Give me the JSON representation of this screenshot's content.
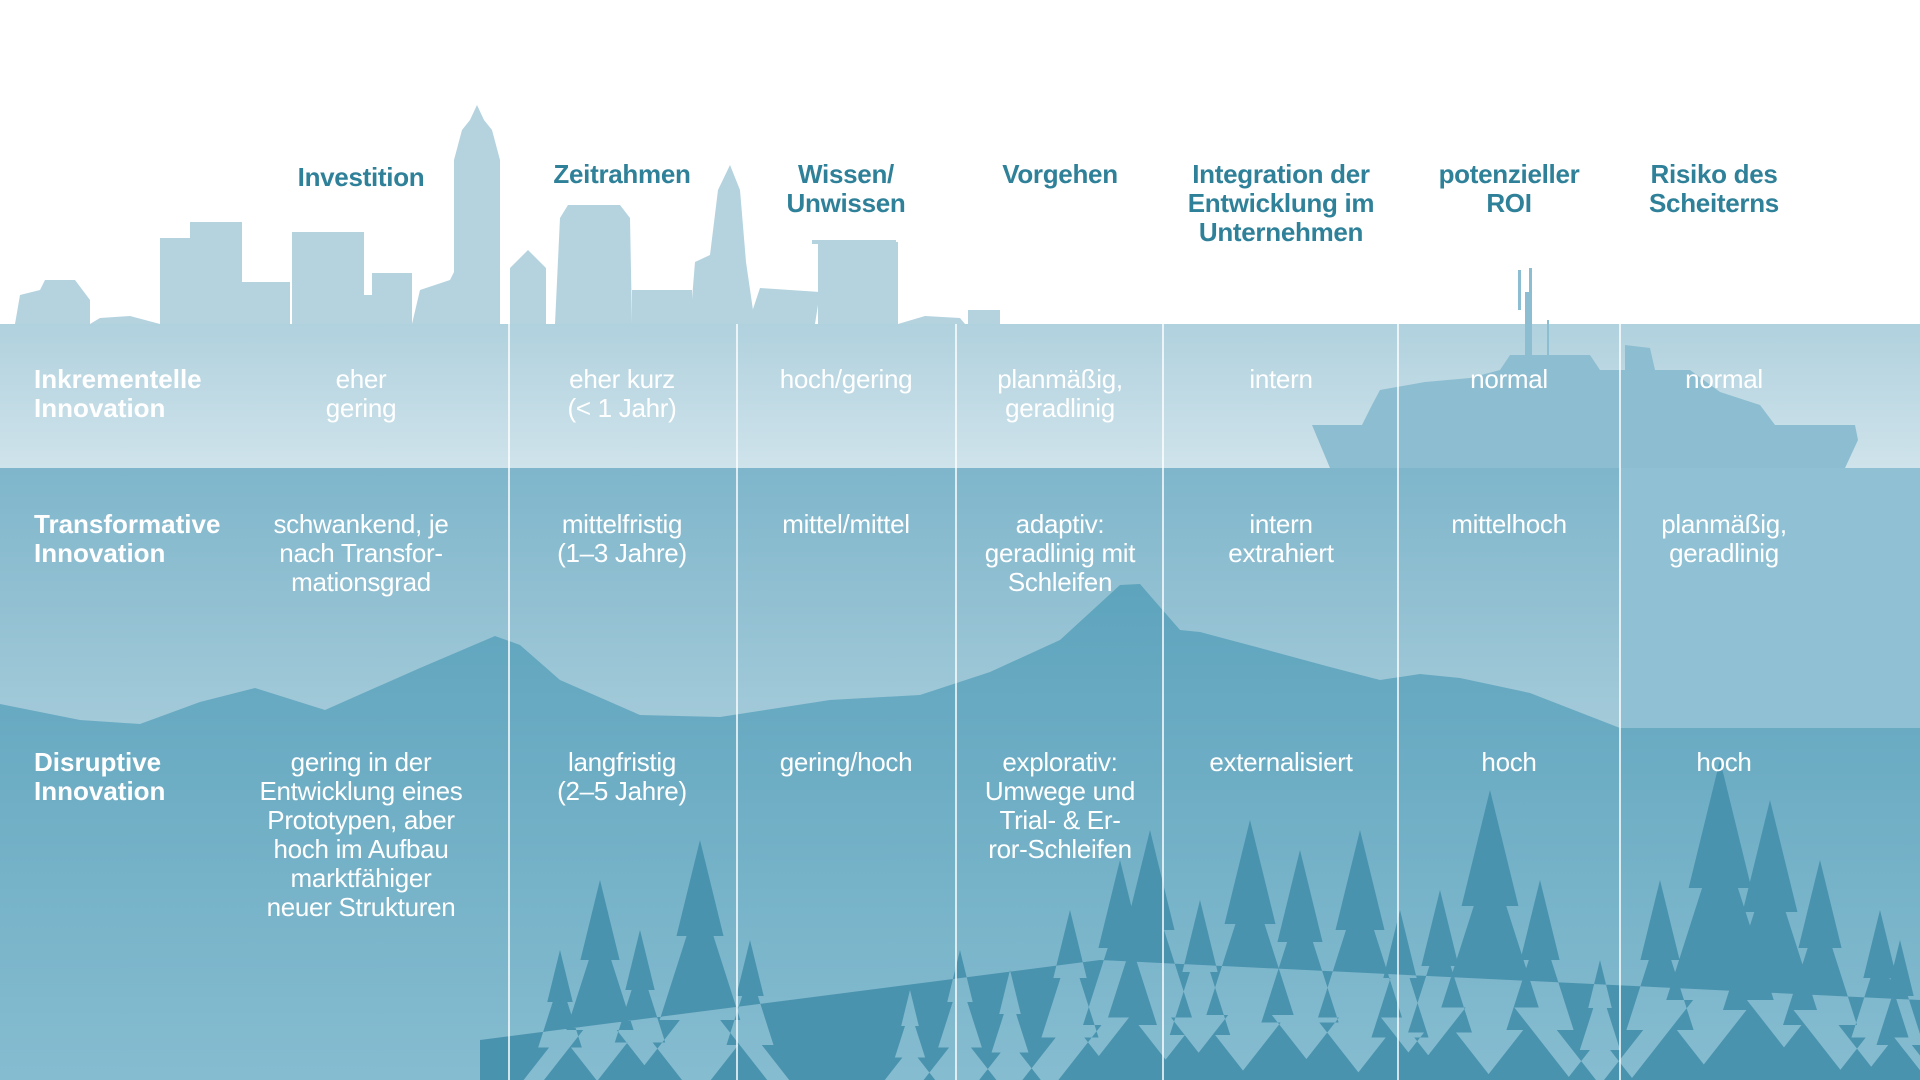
{
  "columns": [
    {
      "lines": [
        "Investition"
      ]
    },
    {
      "lines": [
        "Zeitrahmen"
      ]
    },
    {
      "lines": [
        "Wissen/",
        "Unwissen"
      ]
    },
    {
      "lines": [
        "Vorgehen"
      ]
    },
    {
      "lines": [
        "Integration der",
        "Entwicklung im",
        "Unternehmen"
      ]
    },
    {
      "lines": [
        "potenzieller",
        "ROI"
      ]
    },
    {
      "lines": [
        "Risiko des",
        "Scheiterns"
      ]
    }
  ],
  "rows": [
    {
      "label": [
        "Inkrementelle",
        "Innovation"
      ],
      "cells": [
        [
          "eher",
          "gering"
        ],
        [
          "eher kurz",
          "(< 1 Jahr)"
        ],
        [
          "hoch/gering"
        ],
        [
          "planmäßig,",
          "geradlinig"
        ],
        [
          "intern"
        ],
        [
          "normal"
        ],
        [
          "normal"
        ]
      ]
    },
    {
      "label": [
        "Transformative",
        "Innovation"
      ],
      "cells": [
        [
          "schwankend, je",
          "nach Transfor-",
          "mationsgrad"
        ],
        [
          "mittelfristig",
          "(1–3 Jahre)"
        ],
        [
          "mittel/mittel"
        ],
        [
          "adaptiv:",
          "geradlinig mit",
          "Schleifen"
        ],
        [
          "intern",
          "extrahiert"
        ],
        [
          "mittelhoch"
        ],
        [
          "planmäßig,",
          "geradlinig"
        ]
      ]
    },
    {
      "label": [
        "Disruptive",
        "Innovation"
      ],
      "cells": [
        [
          "gering in der",
          "Entwicklung eines",
          "Prototypen, aber",
          "hoch im Aufbau",
          "marktfähiger",
          "neuer Strukturen"
        ],
        [
          "langfristig",
          "(2–5 Jahre)"
        ],
        [
          "gering/hoch"
        ],
        [
          "explorativ:",
          "Umwege und",
          "Trial- & Er-",
          "ror-Schleifen"
        ],
        [
          "externalisiert"
        ],
        [
          "hoch"
        ],
        [
          "hoch"
        ]
      ]
    }
  ],
  "colors": {
    "header": "#2f8199",
    "band_incremental": "#bcd8e3",
    "band_transformative": "#8ebfd2",
    "band_disruptive": "#67a9c1",
    "silhouette": "#4a93ae"
  }
}
